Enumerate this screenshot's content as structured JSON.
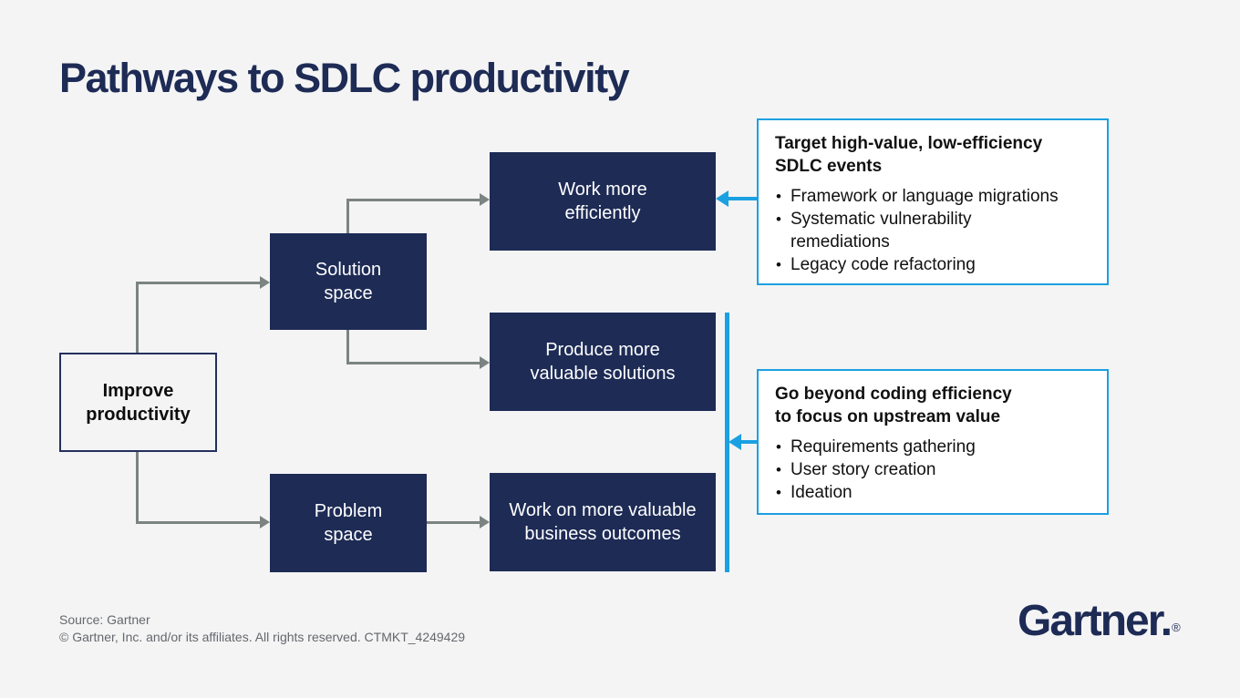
{
  "page": {
    "title": "Pathways to SDLC productivity"
  },
  "colors": {
    "navy": "#1d2b55",
    "accent_blue": "#1ba0e1",
    "connector_gray": "#7b8480",
    "background": "#f4f4f5"
  },
  "flowchart": {
    "nodes": {
      "improve": {
        "lines": [
          "Improve",
          "productivity"
        ]
      },
      "solution": {
        "lines": [
          "Solution",
          "space"
        ]
      },
      "problem": {
        "lines": [
          "Problem",
          "space"
        ]
      },
      "efficiently": {
        "lines": [
          "Work more",
          "efficiently"
        ]
      },
      "produce": {
        "lines": [
          "Produce more",
          "valuable solutions"
        ]
      },
      "outcomes": {
        "lines": [
          "Work on more valuable",
          "business outcomes"
        ]
      }
    }
  },
  "callouts": [
    {
      "heading_lines": [
        "Target high-value, low-efficiency",
        "SDLC events"
      ],
      "bullets": [
        "Framework or language migrations",
        "Systematic vulnerability remediations",
        "Legacy code refactoring"
      ]
    },
    {
      "heading_lines": [
        "Go beyond coding efficiency",
        "to focus on upstream value"
      ],
      "bullets": [
        "Requirements gathering",
        "User story creation",
        "Ideation"
      ]
    }
  ],
  "footer": {
    "source": "Source: Gartner",
    "copyright": "© Gartner, Inc. and/or its affiliates. All rights reserved. CTMKT_4249429"
  },
  "logo": {
    "wordmark": "Gartner.",
    "registered": "®"
  }
}
